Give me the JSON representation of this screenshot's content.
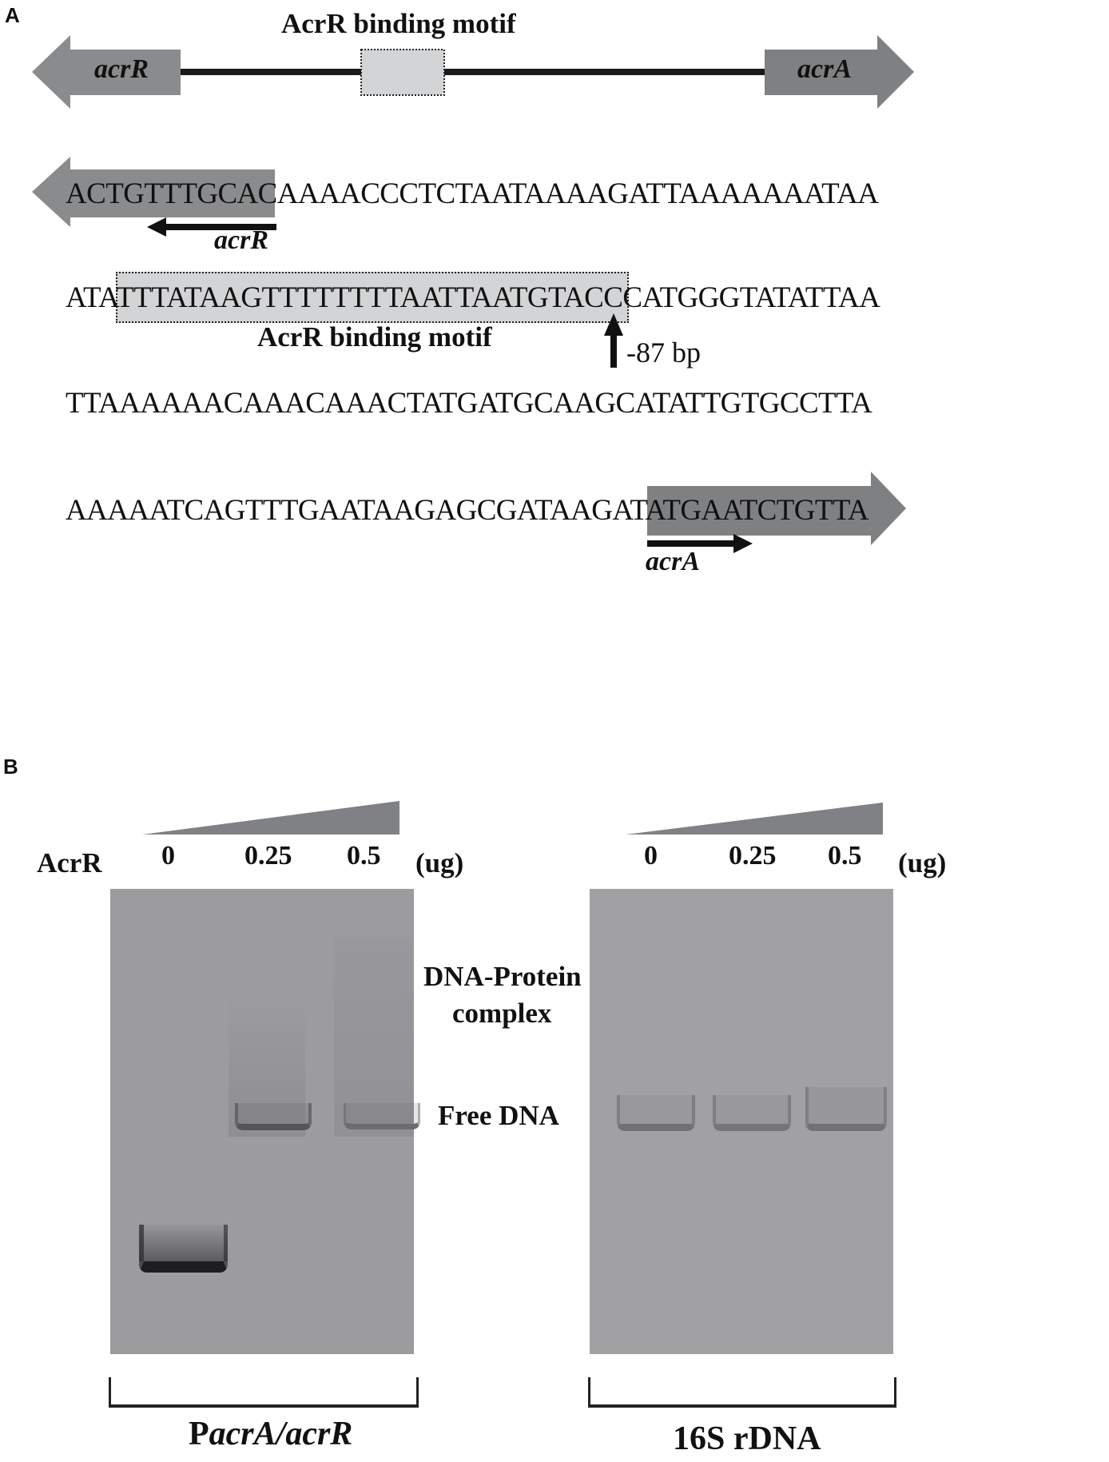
{
  "panel_a": {
    "letter": "A",
    "map": {
      "motif_title": "AcrR binding motif",
      "left_gene": "acrR",
      "right_gene": "acrA"
    },
    "sequence": {
      "line1": {
        "highlighted": "ACTGTTTGCAC",
        "rest": "AAAACCCTCTAATAAAAGATTAAAAAAATAA"
      },
      "line1_gene_label": "acrR",
      "line2": {
        "prefix": "ATA",
        "motif": "TTTATAAGTTTTTTTTAATTAATGTACC",
        "suffix": "CATGGGTATATTAA"
      },
      "motif_label": "AcrR binding motif",
      "position_label": "-87 bp",
      "line3": "TTAAAAAACAAACAAACTATGATGCAAGCATATTGTGCCTTA",
      "line4": {
        "rest": "AAAAATCAGTTTGAATAAGAGCGATAAGAT",
        "highlighted": "ATGAATCTGTTA"
      },
      "line4_gene_label": "acrA"
    },
    "colors": {
      "gene_arrow": "#838486",
      "motif_box": "#d3d4d6",
      "line": "#1a1a1a"
    }
  },
  "panel_b": {
    "letter": "B",
    "row_label": "AcrR",
    "unit": "(ug)",
    "left_gel": {
      "lanes": [
        "0",
        "0.25",
        "0.5"
      ],
      "label_prefix": "P",
      "label_italic": "acrA/acrR"
    },
    "right_gel": {
      "lanes": [
        "0",
        "0.25",
        "0.5"
      ],
      "label": "16S rDNA"
    },
    "band_labels": {
      "complex_line1": "DNA-Protein",
      "complex_line2": "complex",
      "free": "Free DNA"
    },
    "colors": {
      "gel_background": "#9a9a9c",
      "gradient_wedge": "#808184"
    }
  }
}
